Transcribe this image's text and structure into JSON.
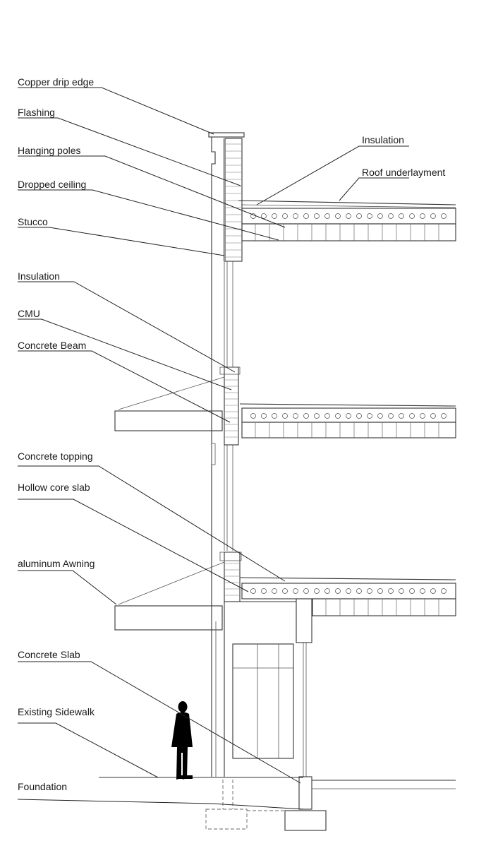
{
  "labels": {
    "copper_drip_edge": "Copper drip edge",
    "flashing": "Flashing",
    "hanging_poles": "Hanging poles",
    "dropped_ceiling": "Dropped ceiling",
    "stucco": "Stucco",
    "insulation_roof": "Insulation",
    "roof_underlayment": "Roof underlayment",
    "insulation_wall": "Insulation",
    "cmu": "CMU",
    "concrete_beam": "Concrete Beam",
    "concrete_topping": "Concrete topping",
    "hollow_core_slab": "Hollow core slab",
    "aluminum_awning": "aluminum Awning",
    "concrete_slab": "Concrete Slab",
    "existing_sidewalk": "Existing Sidewalk",
    "foundation": "Foundation"
  }
}
